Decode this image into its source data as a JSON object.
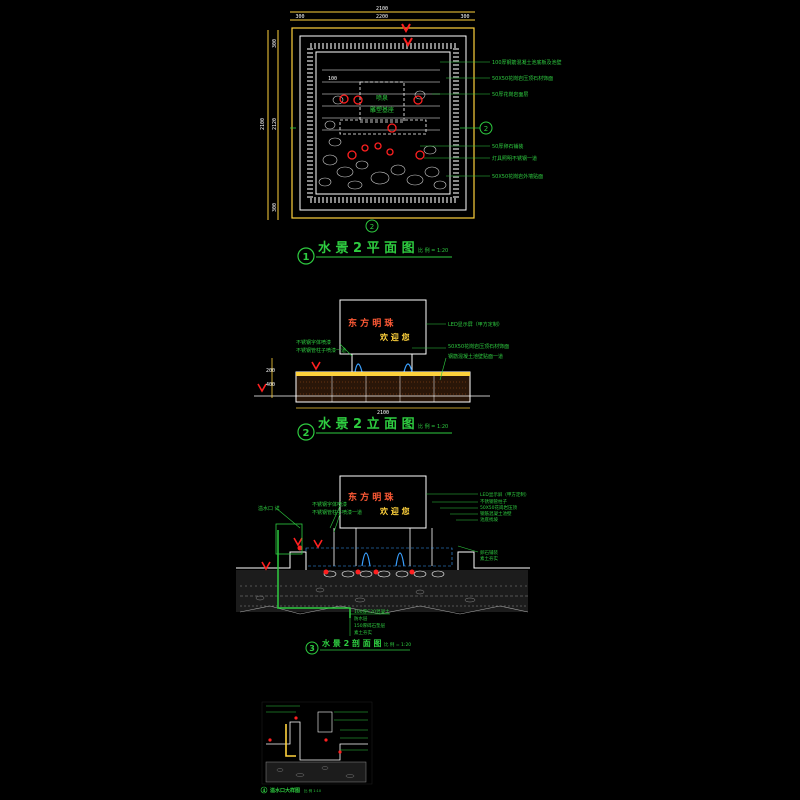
{
  "views": {
    "plan": {
      "title": "水 景 2 平 面 图",
      "scale": "比 例 = 1:20",
      "number": "1",
      "dims": {
        "overall_width": "2100",
        "inner_width": "2200",
        "side_left": "300",
        "side_right": "300",
        "height_total": "2100",
        "height_inner": "2120",
        "small_a": "300",
        "small_b": "300",
        "small_c": "100"
      },
      "section_mark": "2",
      "notes": [
        "100厚钢筋混凝土池底板及池壁",
        "50X50花岗岩压顶石材饰面",
        "50厚花岗岩面层",
        "50厚卵石铺装",
        "灯具照明不锈钢一道",
        "50X50花岗岩外墙贴面"
      ],
      "center_labels": [
        "喷泉",
        "雕塑基座"
      ]
    },
    "elevation": {
      "title": "水 景 2 立 面 图",
      "scale": "比 例 = 1:20",
      "number": "2",
      "sign_red": "东 方 明 珠",
      "sign_yellow": "欢 迎 您",
      "dims": {
        "width": "2100",
        "h1": "200",
        "h2": "400"
      },
      "notes_left": [
        "不锈钢字体喷漆",
        "不锈钢管柱子喷漆一道"
      ],
      "notes_right": [
        "LED显示屏（甲方定制）",
        "50X50花岗岩压顶石材饰面",
        "钢筋混凝土池壁贴面一道"
      ]
    },
    "section": {
      "title": "水 景 2 剖 面 图",
      "scale": "比 例 = 1:20",
      "number": "3",
      "sign_red": "东 方 明 珠",
      "sign_yellow": "欢 迎 您",
      "notes_left": [
        "溢水口 详",
        "不锈钢字体喷漆",
        "不锈钢管柱子喷漆一道"
      ],
      "notes_right": [
        "LED显示屏（甲方定制）",
        "不锈钢管柱子",
        "50X50花岗岩压顶",
        "钢筋混凝土池壁",
        "池底找坡",
        "卵石铺装",
        "素土夯实"
      ],
      "notes_bottom": [
        "100厚C20混凝土",
        "防水层",
        "150厚碎石垫层",
        "素土夯实"
      ]
    },
    "detail": {
      "title": "溢水口大样图",
      "scale": "比 例 1:10",
      "number": "4"
    }
  },
  "colors": {
    "frame_yellow": "#ffd23c",
    "line_green": "#2ecc40",
    "line_white": "#ffffff",
    "accent_red": "#ff2020",
    "water_blue": "#3aa0ff",
    "gravel_brown": "#7a3b12"
  }
}
